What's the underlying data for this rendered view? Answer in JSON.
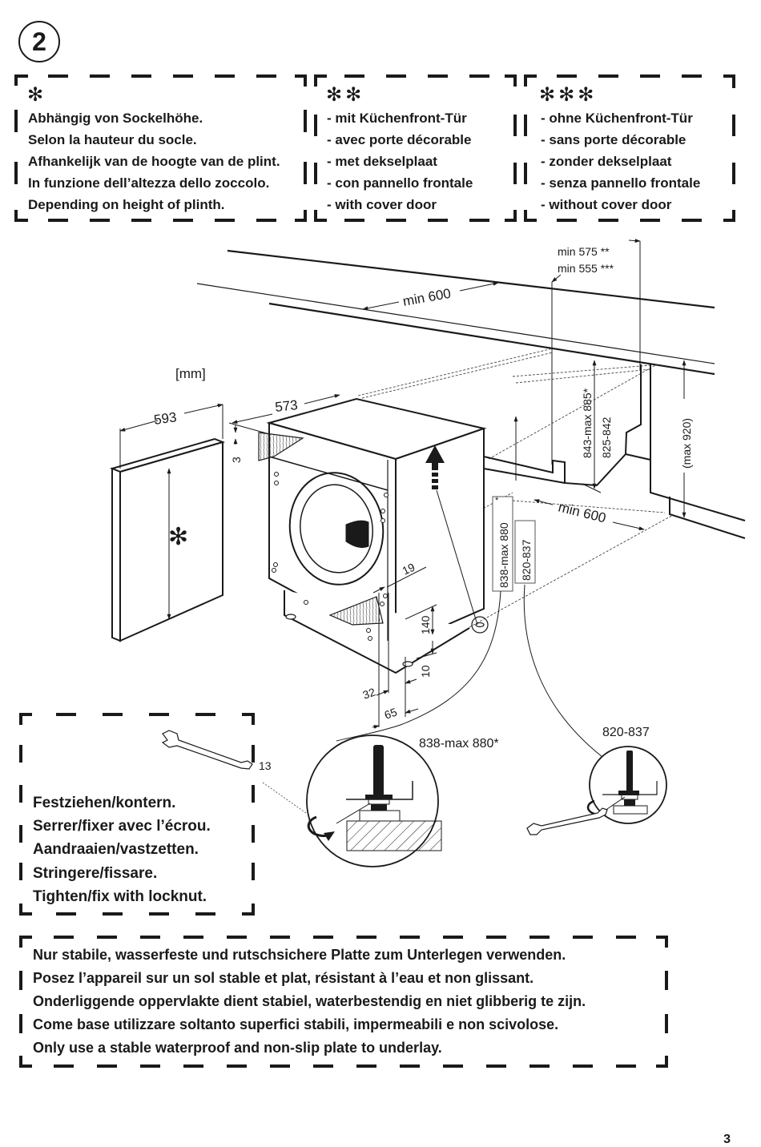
{
  "step": {
    "number": "2"
  },
  "notes": [
    {
      "marker": "✻",
      "lines": [
        "Abhängig von Sockelhöhe.",
        "Selon la hauteur du socle.",
        "Afhankelijk van de hoogte van de plint.",
        "In funzione dell’altezza dello zoccolo.",
        "Depending on height of plinth."
      ]
    },
    {
      "marker": "✻✻",
      "lines": [
        "- mit Küchenfront-Tür",
        "- avec porte décorable",
        "- met dekselplaat",
        "- con pannello frontale",
        "- with cover door"
      ]
    },
    {
      "marker": "✻✻✻",
      "lines": [
        "- ohne Küchenfront-Tür",
        "- sans porte décorable",
        "- zonder dekselplaat",
        "- senza pannello frontale",
        "- without cover door"
      ]
    }
  ],
  "drawing": {
    "unit": "[mm]",
    "dimensions": {
      "niche_width_top": "min 600",
      "niche_depth_cover": "min 575 **",
      "niche_depth_no_cover": "min 555 ***",
      "niche_height_range_a": "843-max 885*",
      "niche_height_range_b": "825-842",
      "plinth_max": "(max 920)",
      "niche_width_bottom": "min 600",
      "panel_width": "593",
      "machine_depth": "573",
      "gap_top": "3",
      "door_offset": "19",
      "plinth_height": "140",
      "foot_height": "10",
      "foot_offset_a": "32",
      "foot_offset_b": "65",
      "machine_height_a": "838-max 880",
      "machine_height_a_star": "*",
      "machine_height_b": "820-837"
    },
    "detail_a_label": "838-max 880*",
    "detail_b_label": "820-837",
    "panel_marker": "✻"
  },
  "tighten_box": {
    "wrench_size": "13",
    "lines": [
      "Festziehen/kontern.",
      "Serrer/fixer avec l’écrou.",
      "Aandraaien/vastzetten.",
      "Stringere/fissare.",
      "Tighten/fix with locknut."
    ]
  },
  "surface_box": {
    "lines": [
      "Nur stabile, wasserfeste und rutschsichere Platte zum Unterlegen verwenden.",
      "Posez l’appareil sur un sol stable et plat, résistant à l’eau et non glissant.",
      "Onderliggende oppervlakte dient stabiel, waterbestendig en niet glibberig te zijn.",
      "Come base utilizzare soltanto superfici stabili, impermeabili e non scivolose.",
      "Only use a stable waterproof and non-slip plate to underlay."
    ]
  },
  "page": {
    "number": "3"
  }
}
